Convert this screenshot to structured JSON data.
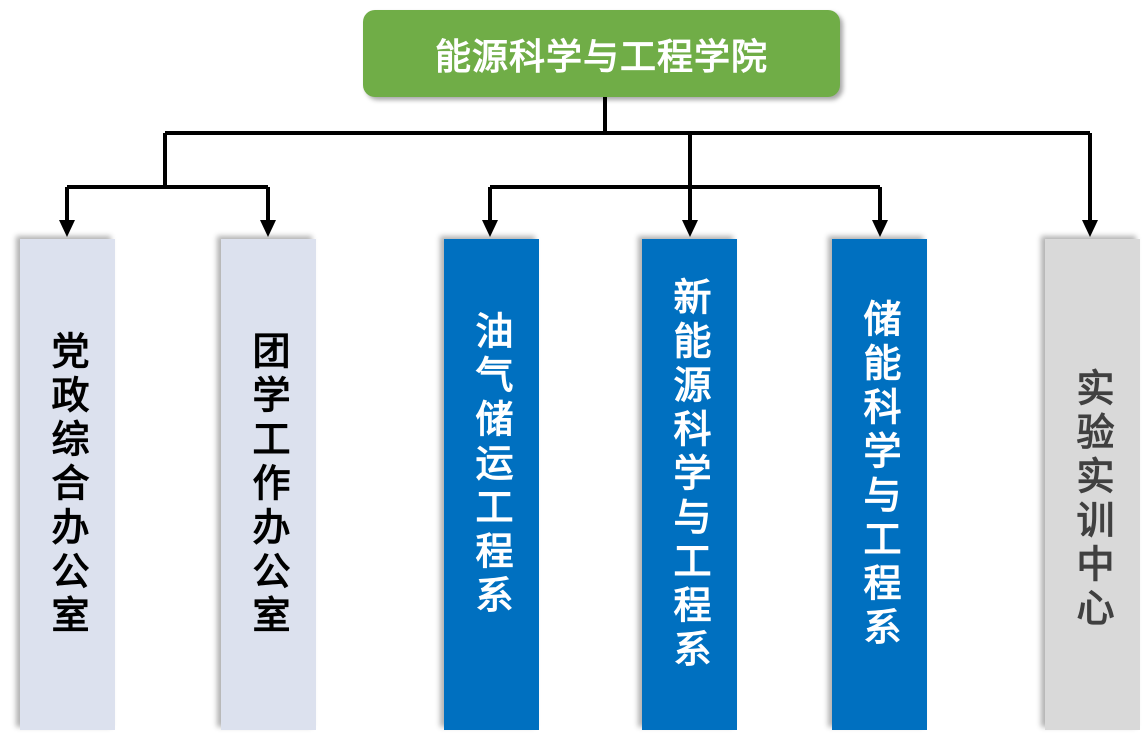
{
  "root": {
    "label": "能源科学与工程学院",
    "color": "#70ad47"
  },
  "departments": [
    {
      "label": "党政综合办公室",
      "color": "#dce1ee"
    },
    {
      "label": "团学工作办公室",
      "color": "#dce1ee"
    },
    {
      "label": "油气储运工程系",
      "color": "#0070c0"
    },
    {
      "label": "新能源科学与工程系",
      "color": "#0070c0"
    },
    {
      "label": "储能科学与工程系",
      "color": "#0070c0"
    },
    {
      "label": "实验实训中心",
      "color": "#d9d9d9"
    }
  ]
}
